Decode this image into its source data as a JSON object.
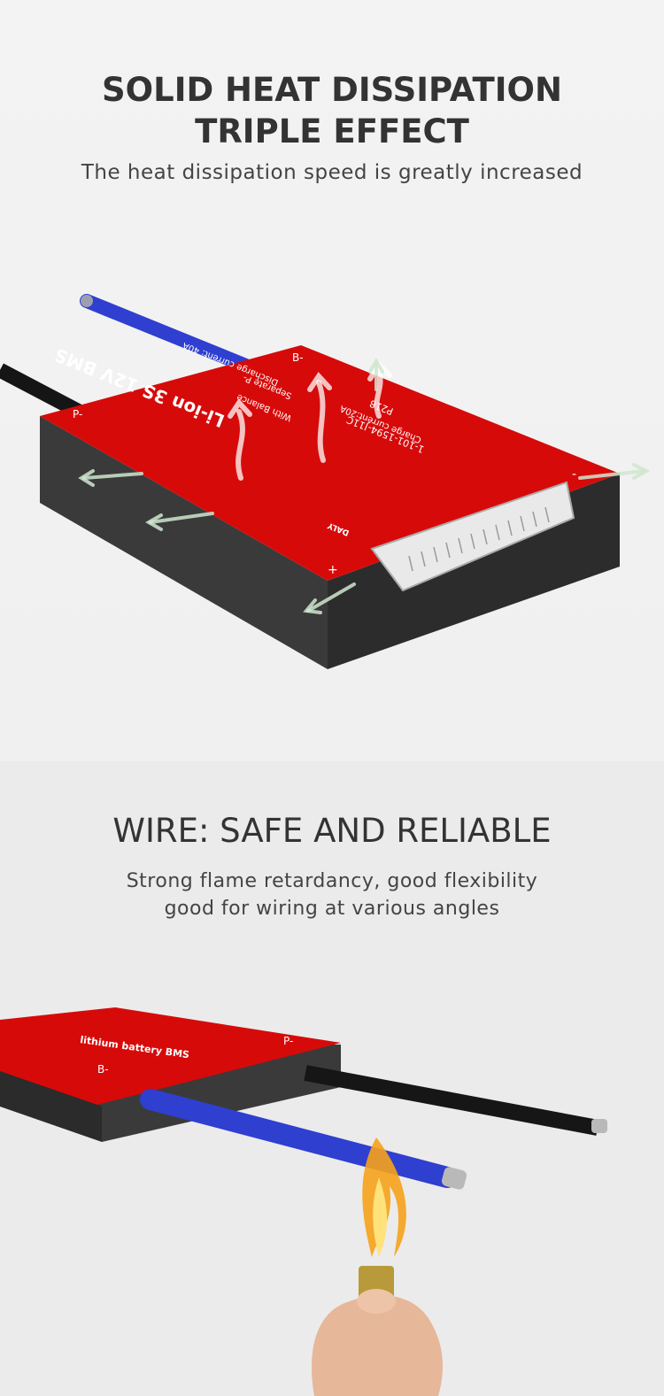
{
  "section1": {
    "title_line1": "SOLID HEAT DISSIPATION",
    "title_line2": "TRIPLE EFFECT",
    "subtitle": "The heat dissipation speed is greatly increased",
    "board_labels": {
      "product": "Li-ion 3S 12V BMS",
      "brand": "DALY",
      "discharge": "Discharge current: 40A",
      "charge": "Charge current:20A",
      "balance": "With Balance",
      "separate": "Separate P-",
      "model": "1-101-1594-J11C",
      "code": "P218",
      "p_minus": "P-",
      "b_minus": "B-",
      "plus": "+",
      "minus": "-"
    }
  },
  "section2": {
    "title": "WIRE: SAFE AND RELIABLE",
    "subtitle_line1": "Strong flame retardancy, good flexibility",
    "subtitle_line2": "good for wiring at various angles",
    "board_labels": {
      "p_minus": "P-",
      "b_minus": "B-",
      "product": "lithium battery BMS"
    }
  },
  "colors": {
    "board_red": "#d70a0a",
    "housing_gray": "#3d3d3d",
    "wire_blue": "#2f3fcf",
    "wire_black": "#1a1a1a",
    "heading_text": "#333333"
  }
}
